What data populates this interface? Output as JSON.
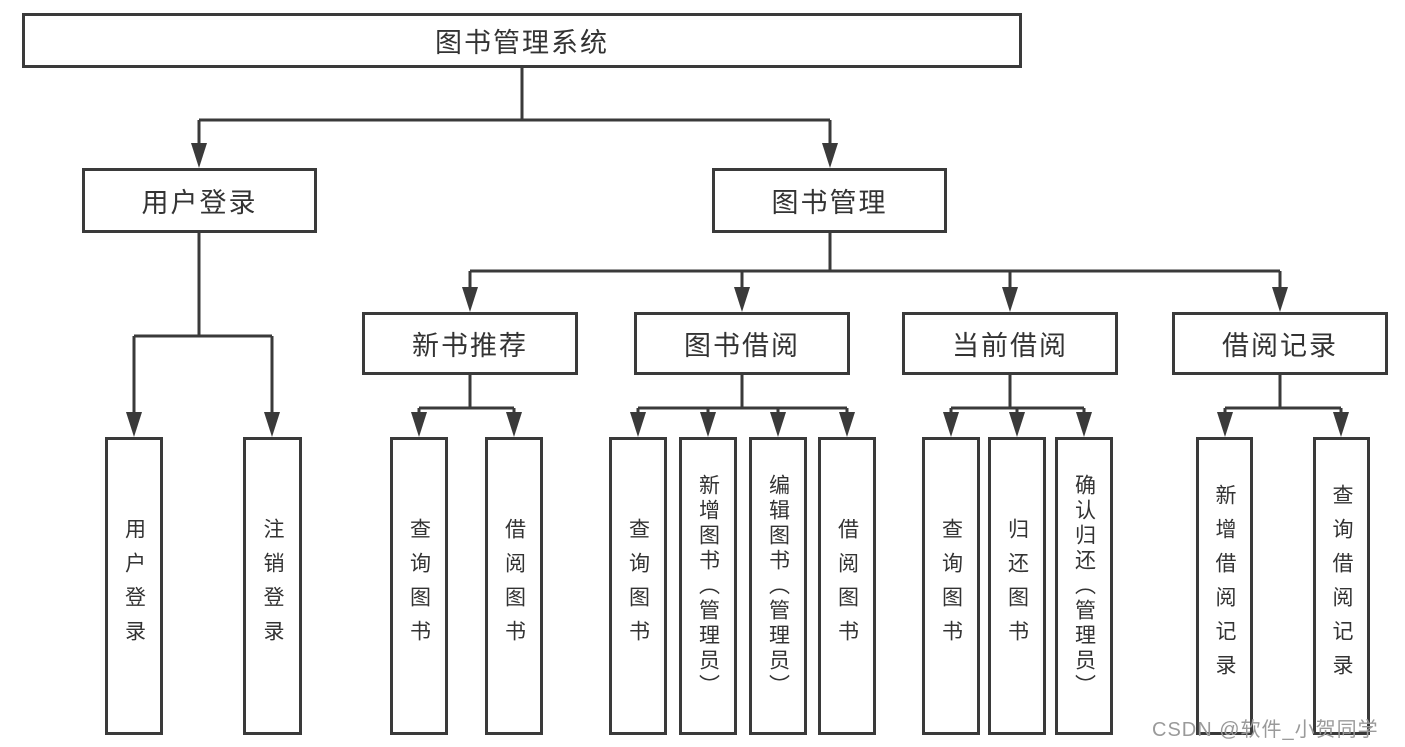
{
  "tree": {
    "label": "图书管理系统",
    "children": [
      {
        "label": "用户登录",
        "children": [
          {
            "label": "用户登录"
          },
          {
            "label": "注销登录"
          }
        ]
      },
      {
        "label": "图书管理",
        "children": [
          {
            "label": "新书推荐",
            "children": [
              {
                "label": "查询图书"
              },
              {
                "label": "借阅图书"
              }
            ]
          },
          {
            "label": "图书借阅",
            "children": [
              {
                "label": "查询图书"
              },
              {
                "label": "新增图书（管理员）"
              },
              {
                "label": "编辑图书（管理员）"
              },
              {
                "label": "借阅图书"
              }
            ]
          },
          {
            "label": "当前借阅",
            "children": [
              {
                "label": "查询图书"
              },
              {
                "label": "归还图书"
              },
              {
                "label": "确认归还（管理员）"
              }
            ]
          },
          {
            "label": "借阅记录",
            "children": [
              {
                "label": "新增借阅记录"
              },
              {
                "label": "查询借阅记录"
              }
            ]
          }
        ]
      }
    ]
  },
  "watermark": "CSDN @软件_小贺同学",
  "colors": {
    "line": "#3a3a3a",
    "text": "#333333",
    "watermark": "#9a9a9a",
    "background": "#ffffff"
  }
}
